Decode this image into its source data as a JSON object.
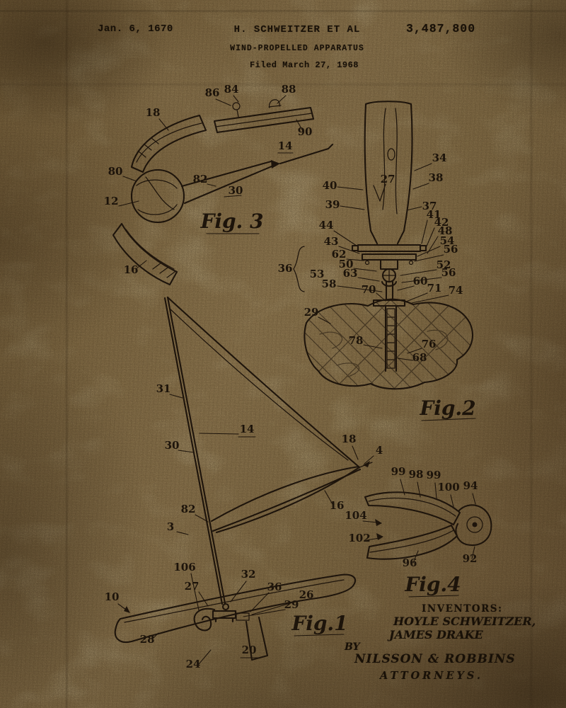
{
  "document": {
    "date": "Jan. 6, 1670",
    "author": "H. SCHWEITZER ET AL",
    "patent_number": "3,487,800",
    "title": "WIND-PROPELLED APPARATUS",
    "filed_line": "Filed March 27, 1968"
  },
  "figures": {
    "fig3": {
      "caption": "Fig. 3",
      "labels": [
        "86",
        "84",
        "88",
        "90",
        "18",
        "14",
        "80",
        "82",
        "30",
        "12",
        "16"
      ]
    },
    "fig2": {
      "caption": "Fig.2",
      "labels": [
        "40",
        "27",
        "34",
        "39",
        "38",
        "37",
        "41",
        "42",
        "44",
        "48",
        "43",
        "54",
        "56",
        "62",
        "50",
        "52",
        "56",
        "63",
        "36",
        "53",
        "58",
        "60",
        "70",
        "71",
        "74",
        "29",
        "78",
        "76",
        "68"
      ]
    },
    "fig1": {
      "caption": "Fig.1",
      "labels": [
        "31",
        "30",
        "14",
        "18",
        "4",
        "16",
        "82",
        "3",
        "106",
        "27",
        "32",
        "36",
        "26",
        "29",
        "10",
        "28",
        "24",
        "20"
      ]
    },
    "fig4": {
      "caption": "Fig.4",
      "labels": [
        "99",
        "98",
        "99",
        "100",
        "94",
        "104",
        "102",
        "96",
        "92"
      ]
    }
  },
  "signature_block": {
    "heading": "INVENTORS:",
    "line1": "HOYLE SCHWEITZER,",
    "line2": "JAMES DRAKE",
    "by_label": "BY",
    "firm": "NILSSON & ROBBINS",
    "role": "ATTORNEYS."
  },
  "colors": {
    "paper": "#b3a176",
    "ink": "#2d2115"
  }
}
